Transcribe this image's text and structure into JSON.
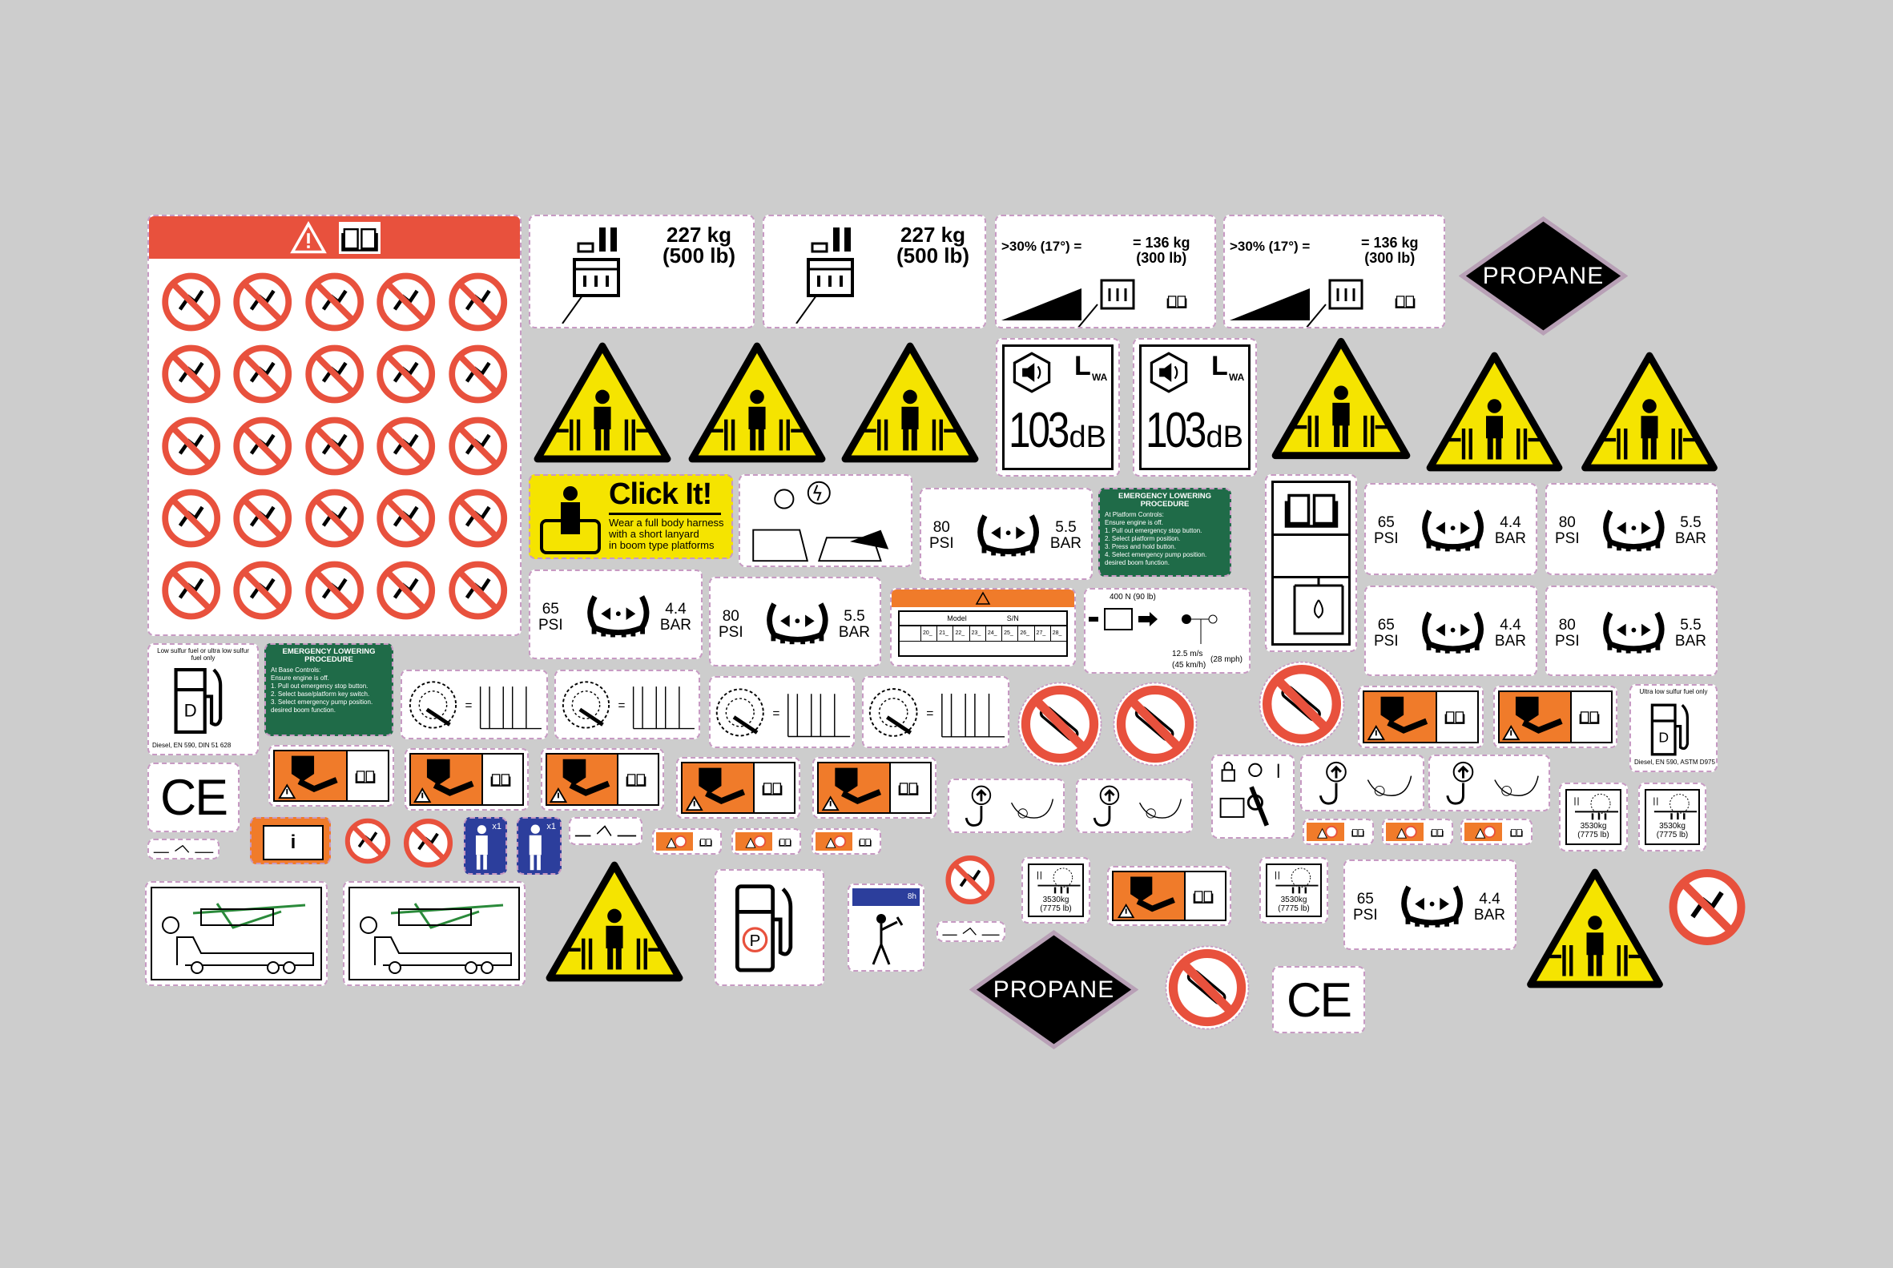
{
  "colors": {
    "background": "#cdcdcd",
    "danger_red": "#e8513d",
    "warning_yellow": "#f5e400",
    "warning_orange": "#f07b2a",
    "procedure_green": "#1f6b48",
    "border_pink": "#c79ac3",
    "propane_black": "#000000"
  },
  "decals": [
    {
      "kind": "prohibition-panel",
      "icons": [
        "warning-triangle-icon",
        "manual-book-icon"
      ],
      "grid_rows": 5,
      "grid_cols": 5
    },
    {
      "kind": "load-capacity",
      "weight_kg": "227 kg",
      "weight_lb": "(500 lb)"
    },
    {
      "kind": "load-capacity",
      "weight_kg": "227 kg",
      "weight_lb": "(500 lb)"
    },
    {
      "kind": "slope-capacity",
      "slope": ">30% (17°) =",
      "weight_kg": "= 136 kg",
      "weight_lb": "(300 lb)"
    },
    {
      "kind": "slope-capacity",
      "slope": ">30% (17°) =",
      "weight_kg": "= 136 kg",
      "weight_lb": "(300 lb)"
    },
    {
      "kind": "propane-diamond",
      "text": "PROPANE"
    },
    {
      "kind": "crush-triangle"
    },
    {
      "kind": "crush-triangle"
    },
    {
      "kind": "crush-triangle"
    },
    {
      "kind": "crush-triangle"
    },
    {
      "kind": "crush-triangle"
    },
    {
      "kind": "crush-triangle"
    },
    {
      "kind": "noise",
      "value": "103",
      "unit": "dB",
      "l": "L",
      "sub": "WA"
    },
    {
      "kind": "noise",
      "value": "103",
      "unit": "dB",
      "l": "L",
      "sub": "WA"
    },
    {
      "kind": "click-it",
      "title": "Click It!",
      "lines": [
        "Wear a full body harness",
        "with a short lanyard",
        "in boom type platforms"
      ]
    },
    {
      "kind": "electrical"
    },
    {
      "kind": "tire-pressure",
      "psi": "80",
      "psi_unit": "PSI",
      "bar": "5.5",
      "bar_unit": "BAR"
    },
    {
      "kind": "emergency-lowering",
      "title": "EMERGENCY LOWERING PROCEDURE",
      "lines": [
        "At Platform Controls:",
        "Ensure engine is off.",
        "1. Pull out emergency stop button.",
        "2. Select platform position.",
        "3. Press and hold button.",
        "4. Select emergency pump position.",
        "desired boom function."
      ]
    },
    {
      "kind": "manual-oil"
    },
    {
      "kind": "tire-pressure",
      "psi": "65",
      "psi_unit": "PSI",
      "bar": "4.4",
      "bar_unit": "BAR"
    },
    {
      "kind": "tire-pressure",
      "psi": "80",
      "psi_unit": "PSI",
      "bar": "5.5",
      "bar_unit": "BAR"
    },
    {
      "kind": "tire-pressure",
      "psi": "65",
      "psi_unit": "PSI",
      "bar": "4.4",
      "bar_unit": "BAR"
    },
    {
      "kind": "tire-pressure",
      "psi": "80",
      "psi_unit": "PSI",
      "bar": "5.5",
      "bar_unit": "BAR"
    },
    {
      "kind": "tire-pressure",
      "psi": "65",
      "psi_unit": "PSI",
      "bar": "4.4",
      "bar_unit": "BAR"
    },
    {
      "kind": "tire-pressure",
      "psi": "80",
      "psi_unit": "PSI",
      "bar": "5.5",
      "bar_unit": "BAR"
    },
    {
      "kind": "model-sn",
      "model": "Model",
      "sn": "S/N",
      "years": [
        "20_",
        "21_",
        "22_",
        "23_",
        "24_",
        "25_",
        "26_",
        "27_",
        "28_"
      ]
    },
    {
      "kind": "drive-spec",
      "force": "400 N (90 lb)",
      "speed": "12.5 m/s",
      "kmh": "(45 km/h)",
      "mph": "(28 mph)"
    },
    {
      "kind": "diesel",
      "header": "Low sulfur fuel or ultra low sulfur fuel only",
      "letter": "D",
      "footer": "Diesel, EN 590, DIN 51 628"
    },
    {
      "kind": "emergency-lowering",
      "title": "EMERGENCY LOWERING PROCEDURE",
      "lines": [
        "At Base Controls:",
        "Ensure engine is off.",
        "1. Pull out emergency stop button.",
        "2. Select base/platform key switch.",
        "3. Select emergency pump position.",
        "desired boom function."
      ]
    },
    {
      "kind": "wheel-load"
    },
    {
      "kind": "wheel-load"
    },
    {
      "kind": "wheel-load"
    },
    {
      "kind": "wheel-load"
    },
    {
      "kind": "no-smoking"
    },
    {
      "kind": "no-smoking"
    },
    {
      "kind": "no-smoking"
    },
    {
      "kind": "no-smoking"
    },
    {
      "kind": "orange-crush"
    },
    {
      "kind": "orange-crush"
    },
    {
      "kind": "orange-crush"
    },
    {
      "kind": "orange-crush"
    },
    {
      "kind": "orange-crush"
    },
    {
      "kind": "orange-crush"
    },
    {
      "kind": "orange-crush"
    },
    {
      "kind": "orange-crush"
    },
    {
      "kind": "diesel",
      "header": "Ultra low sulfur fuel only",
      "letter": "D",
      "footer": "Diesel, EN 590, ASTM D975"
    },
    {
      "kind": "ce",
      "text": "CE"
    },
    {
      "kind": "ce",
      "text": "CE"
    },
    {
      "kind": "info-book",
      "text": "i"
    },
    {
      "kind": "small-prohibited"
    },
    {
      "kind": "small-prohibited"
    },
    {
      "kind": "small-prohibited"
    },
    {
      "kind": "small-prohibited"
    },
    {
      "kind": "harness-blue",
      "count": "x1"
    },
    {
      "kind": "harness-blue",
      "count": "x1"
    },
    {
      "kind": "small-label"
    },
    {
      "kind": "small-label"
    },
    {
      "kind": "small-label"
    },
    {
      "kind": "mini-orange"
    },
    {
      "kind": "mini-orange"
    },
    {
      "kind": "mini-orange"
    },
    {
      "kind": "mini-orange"
    },
    {
      "kind": "mini-orange"
    },
    {
      "kind": "mini-orange"
    },
    {
      "kind": "hook"
    },
    {
      "kind": "hook"
    },
    {
      "kind": "hook"
    },
    {
      "kind": "hook"
    },
    {
      "kind": "lock-key"
    },
    {
      "kind": "tire-load",
      "kg": "3530kg",
      "lb": "(7775 lb)"
    },
    {
      "kind": "tire-load",
      "kg": "3530kg",
      "lb": "(7775 lb)"
    },
    {
      "kind": "tire-load",
      "kg": "3530kg",
      "lb": "(7775 lb)"
    },
    {
      "kind": "tire-load",
      "kg": "3530kg",
      "lb": "(7775 lb)"
    },
    {
      "kind": "transport-truck"
    },
    {
      "kind": "transport-truck"
    },
    {
      "kind": "crush-triangle"
    },
    {
      "kind": "crush-triangle"
    },
    {
      "kind": "propane-fuel",
      "letter": "P"
    },
    {
      "kind": "manual-blue",
      "hours": "8h"
    },
    {
      "kind": "propane-diamond",
      "text": "PROPANE"
    },
    {
      "kind": "tire-pressure",
      "psi": "65",
      "psi_unit": "PSI",
      "bar": "4.4",
      "bar_unit": "BAR"
    }
  ]
}
